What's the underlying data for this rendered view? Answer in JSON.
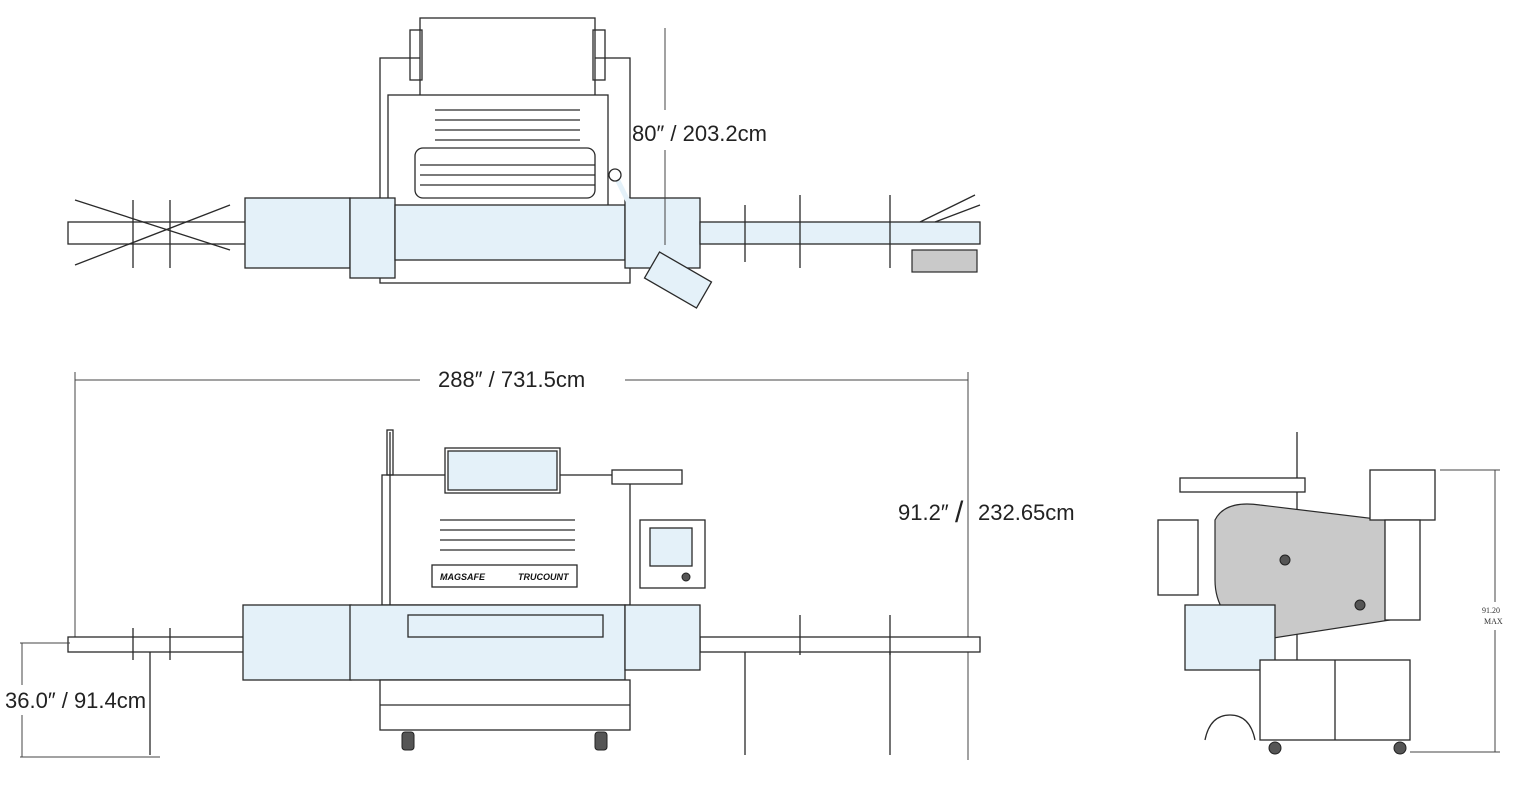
{
  "dimensions": {
    "top_depth": "80″ / 203.2cm",
    "length": "288″ / 731.5cm",
    "height_inch": "91.2″",
    "height_sep": "/",
    "height_cm": "232.65cm",
    "conveyor_height": "36.0″ / 91.4cm",
    "side_height_value": "91.20",
    "side_height_note": "MAX"
  },
  "brand_labels": {
    "left": "MAGSAFE",
    "right": "TRUCOUNT"
  },
  "colors": {
    "panel_fill": "#e4f1f9",
    "line": "#2a2a2a"
  }
}
